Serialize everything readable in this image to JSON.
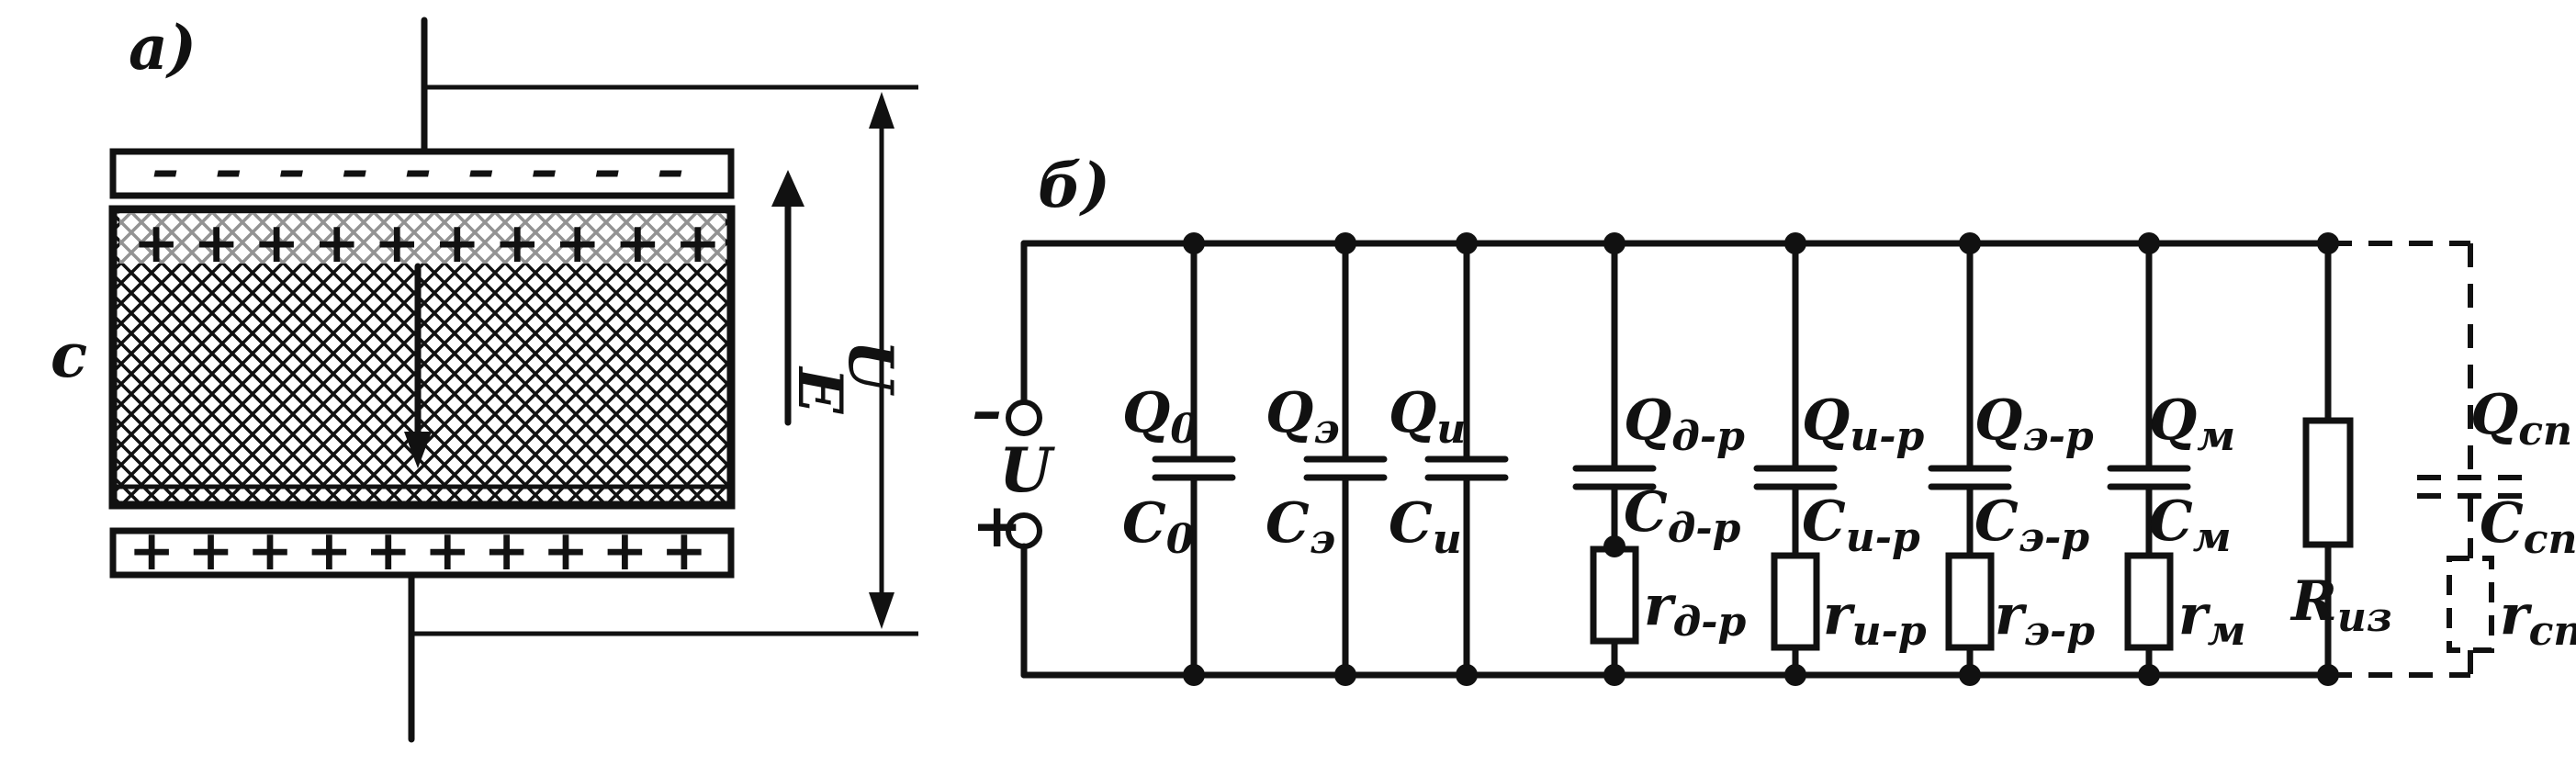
{
  "panel_a": {
    "label": "а)",
    "side_label": "с",
    "e_label": "Е",
    "u_label": "U",
    "top_signs": "– – – – – – – – –",
    "mid_signs": "+ + + + + + + + + +",
    "bottom_signs": "+ + + + + + + + + +"
  },
  "panel_b": {
    "label": "б)",
    "source": {
      "minus": "–",
      "plus": "+",
      "name": "U"
    },
    "branches": [
      {
        "q": "Q",
        "q_sub": "0",
        "c": "C",
        "c_sub": "0"
      },
      {
        "q": "Q",
        "q_sub": "э",
        "c": "C",
        "c_sub": "э"
      },
      {
        "q": "Q",
        "q_sub": "и",
        "c": "C",
        "c_sub": "и"
      },
      {
        "q": "Q",
        "q_sub": "д-р",
        "c": "C",
        "c_sub": "д-р",
        "r": "r",
        "r_sub": "д-р"
      },
      {
        "q": "Q",
        "q_sub": "и-р",
        "c": "C",
        "c_sub": "и-р",
        "r": "r",
        "r_sub": "и-р"
      },
      {
        "q": "Q",
        "q_sub": "э-р",
        "c": "C",
        "c_sub": "э-р",
        "r": "r",
        "r_sub": "э-р"
      },
      {
        "q": "Q",
        "q_sub": "м",
        "c": "C",
        "c_sub": "м",
        "r": "r",
        "r_sub": "м"
      }
    ],
    "riz": {
      "r": "R",
      "r_sub": "из"
    },
    "dashed": {
      "q": "Q",
      "q_sub": "сп",
      "c": "C",
      "c_sub": "сп",
      "r": "r",
      "r_sub": "сп"
    }
  }
}
